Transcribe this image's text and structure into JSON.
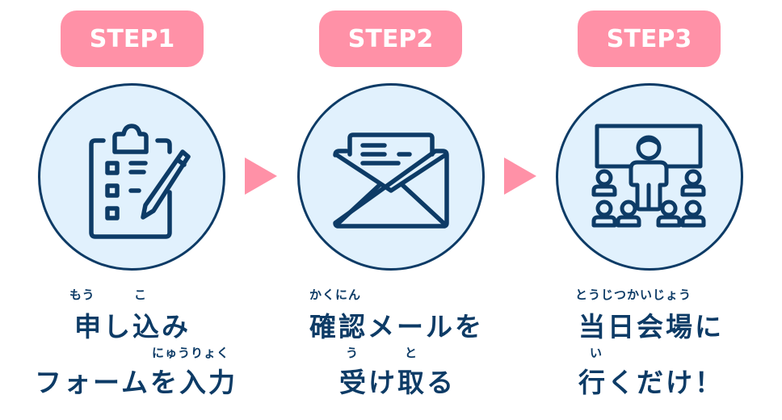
{
  "colors": {
    "accent_pink": "#ff91a7",
    "navy": "#0d3b66",
    "circle_fill": "#e1f1fd"
  },
  "steps": [
    {
      "badge": "STEP1",
      "icon": "clipboard-checklist-pencil-icon",
      "lines": [
        {
          "ruby": [
            {
              "text": "もう",
              "over": "申"
            },
            {
              "text": "こ",
              "over": "込"
            }
          ],
          "ruby_text_1": "もう",
          "ruby_text_2": "こ",
          "text": "申し込み"
        },
        {
          "ruby_text_1": "にゅうりょく",
          "text": "フォームを入力"
        }
      ]
    },
    {
      "badge": "STEP2",
      "icon": "open-envelope-letter-icon",
      "lines": [
        {
          "ruby_text_1": "かくにん",
          "text": "確認メールを"
        },
        {
          "ruby_text_1": "う",
          "ruby_text_2": "と",
          "text": "受け取る"
        }
      ]
    },
    {
      "badge": "STEP3",
      "icon": "presenter-audience-icon",
      "lines": [
        {
          "ruby_text_1": "とうじつかいじょう",
          "text": "当日会場に"
        },
        {
          "ruby_text_1": "い",
          "text": "行くだけ！"
        }
      ]
    }
  ]
}
